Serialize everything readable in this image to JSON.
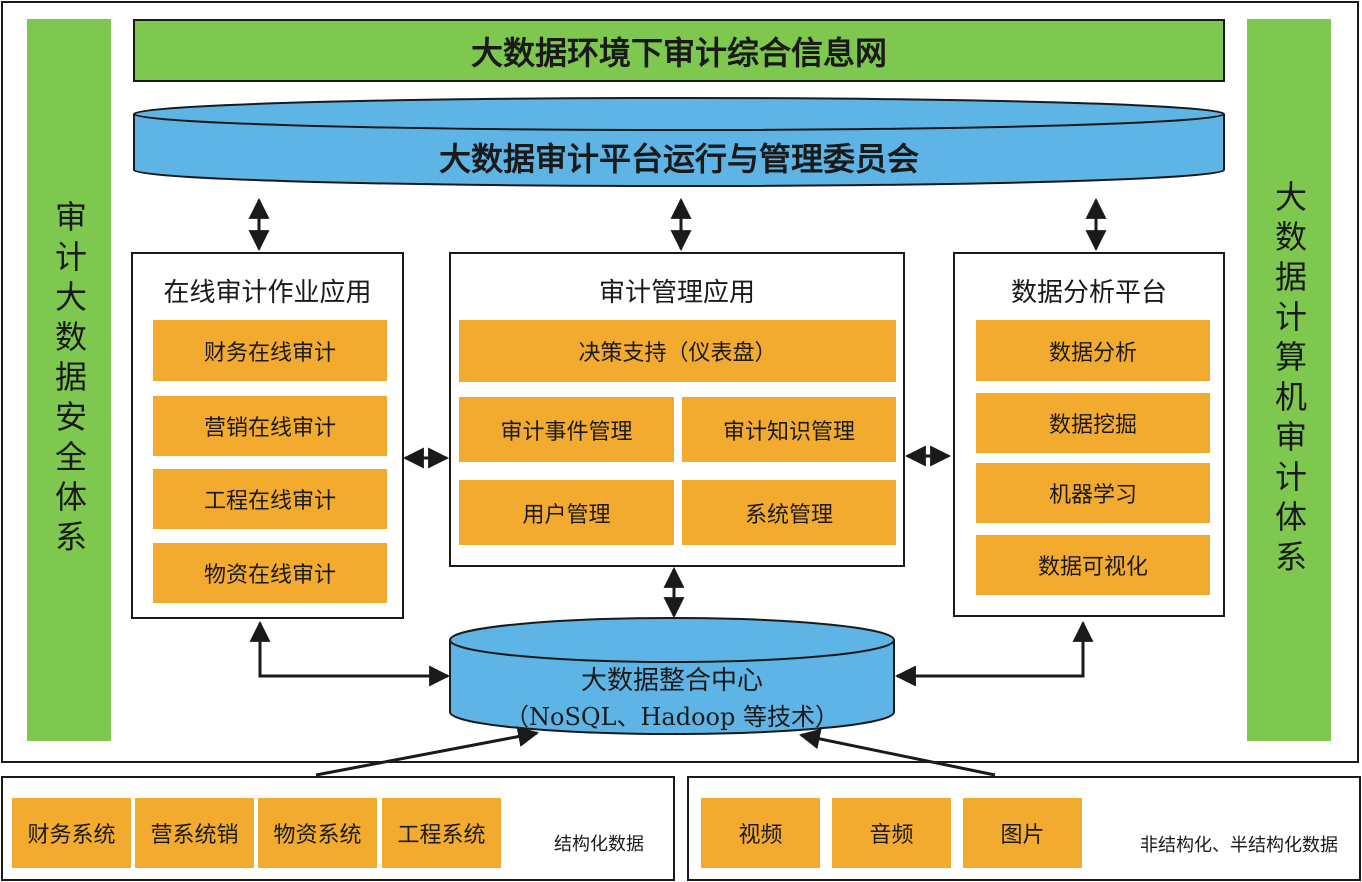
{
  "top_title": "大数据环境下审计综合信息网",
  "committee": "大数据审计平台运行与管理委员会",
  "left_side": "审计大数据安全体系",
  "right_side": "大数据计算机审计体系",
  "online": {
    "title": "在线审计作业应用",
    "items": [
      "财务在线审计",
      "营销在线审计",
      "工程在线审计",
      "物资在线审计"
    ]
  },
  "management": {
    "title": "审计管理应用",
    "decision": "决策支持（仪表盘）",
    "items": [
      "审计事件管理",
      "审计知识管理",
      "用户管理",
      "系统管理"
    ]
  },
  "analysis": {
    "title": "数据分析平台",
    "items": [
      "数据分析",
      "数据挖掘",
      "机器学习",
      "数据可视化"
    ]
  },
  "center": {
    "line1": "大数据整合中心",
    "line2": "（NoSQL、Hadoop 等技术）"
  },
  "bottom_left": {
    "systems": [
      "财务系统",
      "营系统销",
      "物资系统",
      "工程系统"
    ],
    "db": "结构化数据"
  },
  "bottom_right": {
    "items": [
      "视频",
      "音频",
      "图片"
    ],
    "db": "非结构化、半结构化数据"
  },
  "colors": {
    "green": "#7ec850",
    "blue": "#5fb4e6",
    "orange": "#f3ab2f"
  }
}
